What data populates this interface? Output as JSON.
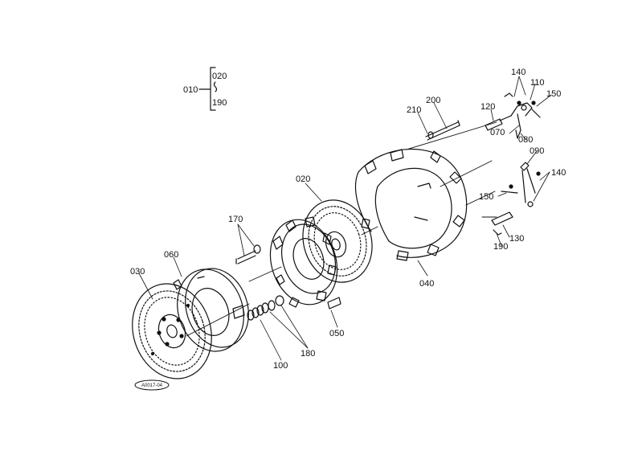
{
  "diagram": {
    "stamp": "A0017-04",
    "callouts": [
      {
        "id": "010",
        "text": "010"
      },
      {
        "id": "020-top",
        "text": "020"
      },
      {
        "id": "190-top",
        "text": "190"
      },
      {
        "id": "020",
        "text": "020"
      },
      {
        "id": "030",
        "text": "030"
      },
      {
        "id": "040",
        "text": "040"
      },
      {
        "id": "050",
        "text": "050"
      },
      {
        "id": "060",
        "text": "060"
      },
      {
        "id": "070",
        "text": "070"
      },
      {
        "id": "080",
        "text": "080"
      },
      {
        "id": "090",
        "text": "090"
      },
      {
        "id": "100",
        "text": "100"
      },
      {
        "id": "110",
        "text": "110"
      },
      {
        "id": "120",
        "text": "120"
      },
      {
        "id": "130",
        "text": "130"
      },
      {
        "id": "140-top",
        "text": "140"
      },
      {
        "id": "140-mid",
        "text": "140"
      },
      {
        "id": "150-top",
        "text": "150"
      },
      {
        "id": "150-mid",
        "text": "150"
      },
      {
        "id": "170",
        "text": "170"
      },
      {
        "id": "180",
        "text": "180"
      },
      {
        "id": "190",
        "text": "190"
      },
      {
        "id": "200",
        "text": "200"
      },
      {
        "id": "210",
        "text": "210"
      }
    ]
  }
}
